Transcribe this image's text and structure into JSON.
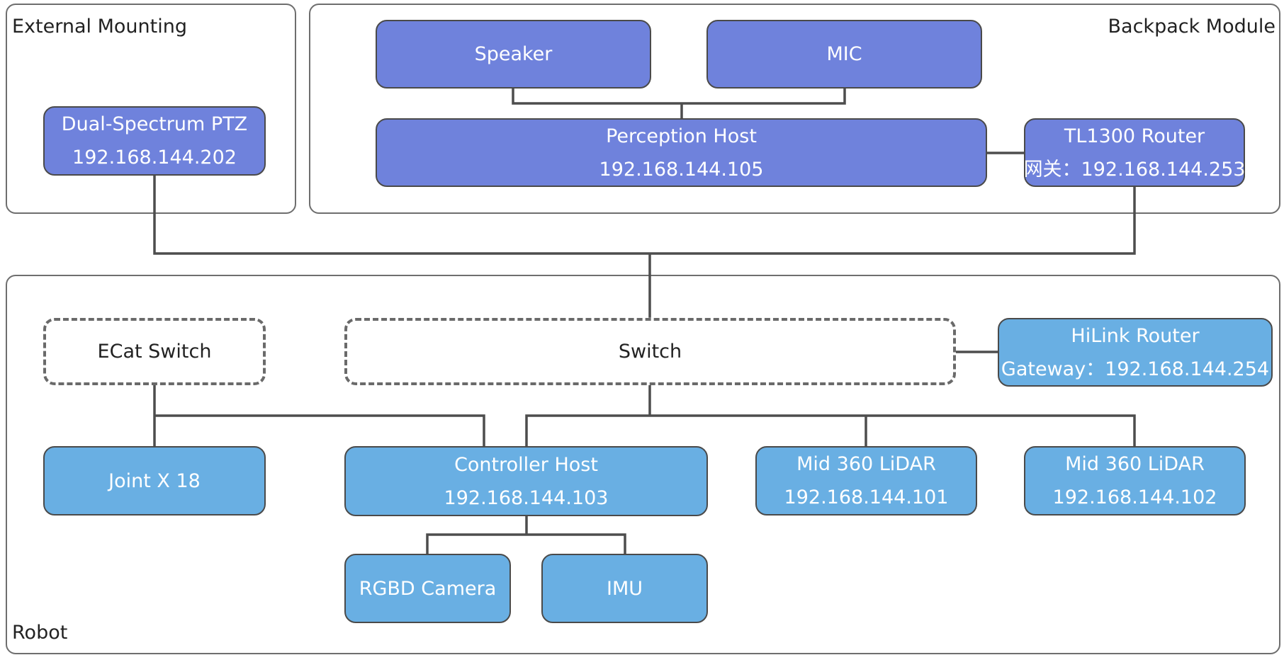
{
  "colors": {
    "backpack_node": "#6f82dc",
    "robot_node": "#69afe3",
    "wire": "#4d4d4d"
  },
  "groups": {
    "external_mounting": "External Mounting",
    "backpack_module": "Backpack Module",
    "robot": "Robot"
  },
  "nodes": {
    "dual_spectrum_ptz": {
      "name": "Dual-Spectrum PTZ",
      "ip": "192.168.144.202"
    },
    "speaker": {
      "name": "Speaker"
    },
    "mic": {
      "name": "MIC"
    },
    "perception_host": {
      "name": "Perception Host",
      "ip": "192.168.144.105"
    },
    "tl1300_router": {
      "name": "TL1300 Router",
      "ip": "网关：192.168.144.253"
    },
    "ecat_switch": {
      "name": "ECat Switch"
    },
    "switch": {
      "name": "Switch"
    },
    "hilink_router": {
      "name": "HiLink Router",
      "ip": "Gateway：192.168.144.254"
    },
    "joint": {
      "name": "Joint X 18"
    },
    "controller_host": {
      "name": "Controller Host",
      "ip": "192.168.144.103"
    },
    "lidar_1": {
      "name": "Mid 360 LiDAR",
      "ip": "192.168.144.101"
    },
    "lidar_2": {
      "name": "Mid 360 LiDAR",
      "ip": "192.168.144.102"
    },
    "rgbd_camera": {
      "name": "RGBD Camera"
    },
    "imu": {
      "name": "IMU"
    }
  }
}
